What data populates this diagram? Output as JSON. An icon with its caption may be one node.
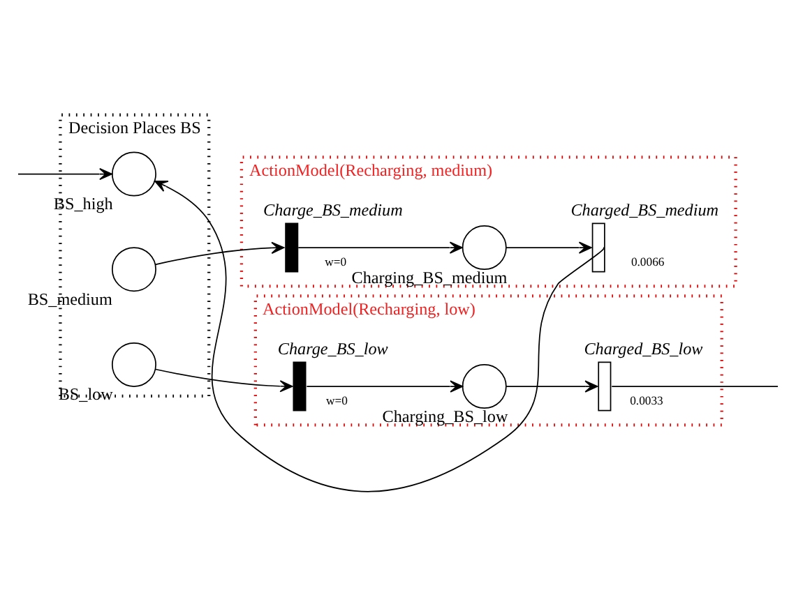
{
  "diagram": {
    "nodes": [
      {
        "text": [
          "Decision Places BS"
        ]
      },
      {
        "text": [
          "BS_high"
        ],
        "in": 0
      },
      {
        "text": [
          "BS_medium"
        ],
        "in": 0
      },
      {
        "text": [
          "BS_low"
        ],
        "in": 0
      },
      {
        "text": [
          "ActionModel(Recharging, medium)"
        ]
      },
      {
        "text": [
          "Charge_BS_medium"
        ],
        "in": 4,
        "beside": [
          "w=0"
        ]
      },
      {
        "text": [
          "Charging_BS_medium"
        ],
        "in": 4
      },
      {
        "text": [
          "Charged_BS_medium"
        ],
        "in": 4,
        "beside": [
          "0.0066"
        ]
      },
      {
        "text": [
          "ActionModel(Recharging, low)"
        ]
      },
      {
        "text": [
          "Charge_BS_low"
        ],
        "in": 8,
        "beside": [
          "w=0"
        ]
      },
      {
        "text": [
          "Charging_BS_low"
        ],
        "in": 8
      },
      {
        "text": [
          "Charged_BS_low"
        ],
        "in": 8,
        "beside": [
          "0.0033"
        ]
      }
    ],
    "edges": [
      {
        "from": 2,
        "to": 5,
        "arrow": "to"
      },
      {
        "from": 5,
        "to": 6,
        "arrow": "to"
      },
      {
        "from": 6,
        "to": 7,
        "arrow": "to"
      },
      {
        "from": 7,
        "to": 1,
        "arrow": "to"
      },
      {
        "from": null,
        "to": 1,
        "arrow": "to"
      },
      {
        "from": 3,
        "to": 9,
        "arrow": "to"
      },
      {
        "from": 9,
        "to": 10,
        "arrow": "to"
      },
      {
        "from": 10,
        "to": 11,
        "arrow": "to"
      },
      {
        "from": 11,
        "to": null,
        "arrow": "none"
      }
    ]
  }
}
